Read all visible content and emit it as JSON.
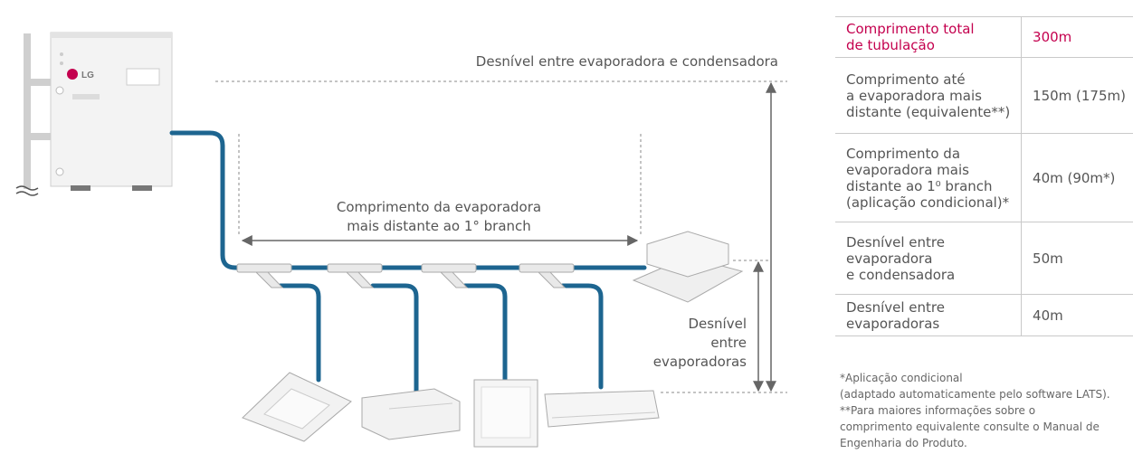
{
  "diagram": {
    "brand_logo": "LG",
    "label_desnivel_condensadora": "Desnível entre evaporadora e condensadora",
    "label_branch": [
      "Comprimento da evaporadora",
      "mais distante ao 1° branch"
    ],
    "label_desnivel_evaporadoras": [
      "Desnível",
      "entre",
      "evaporadoras"
    ],
    "colors": {
      "pipe": "#1d6590",
      "dim_line": "#666666",
      "highlight": "#c4004e"
    }
  },
  "table": {
    "rows": [
      {
        "label": [
          "Comprimento total",
          "de tubulação"
        ],
        "value": "300m",
        "highlight": true
      },
      {
        "label": [
          "Comprimento até",
          "a evaporadora mais",
          "distante (equivalente**)"
        ],
        "value": "150m (175m)"
      },
      {
        "label": [
          "Comprimento da",
          "evaporadora mais",
          "distante ao 1⁰ branch",
          "(aplicação condicional)*"
        ],
        "value": "40m (90m*)"
      },
      {
        "label": [
          "Desnível entre",
          "evaporadora",
          "e condensadora"
        ],
        "value": "50m"
      },
      {
        "label": [
          "Desnível entre",
          "evaporadoras"
        ],
        "value": "40m"
      }
    ]
  },
  "footnotes": [
    "*Aplicação condicional",
    "(adaptado automaticamente pelo software LATS).",
    "**Para maiores informações sobre o",
    "comprimento equivalente consulte o Manual de",
    "Engenharia do Produto."
  ]
}
